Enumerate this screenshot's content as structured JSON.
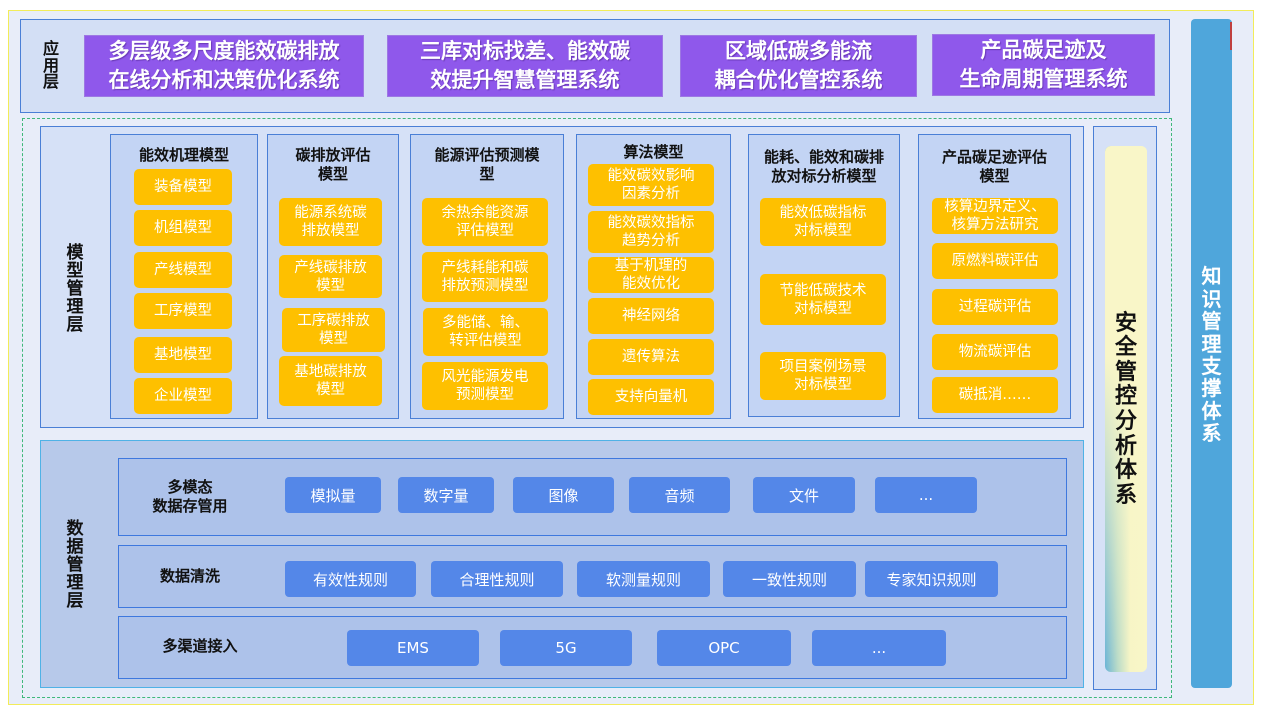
{
  "application_layer": {
    "label": [
      "应",
      "用",
      "层"
    ],
    "systems": [
      "多层级多尺度能效碳排放\n在线分析和决策优化系统",
      "三库对标找差、能效碳\n效提升智慧管理系统",
      "区域低碳多能流\n耦合优化管控系统",
      "产品碳足迹及\n生命周期管理系统"
    ]
  },
  "model_layer": {
    "label": [
      "模",
      "型",
      "管",
      "理",
      "层"
    ],
    "columns": [
      {
        "title": "能效机理模型",
        "items": [
          "装备模型",
          "机组模型",
          "产线模型",
          "工序模型",
          "基地模型",
          "企业模型"
        ]
      },
      {
        "title": "碳排放评估\n模型",
        "items": [
          "能源系统碳\n排放模型",
          "产线碳排放\n模型",
          "工序碳排放\n模型",
          "基地碳排放\n模型"
        ]
      },
      {
        "title": "能源评估预测模\n型",
        "items": [
          "余热余能资源\n评估模型",
          "产线耗能和碳\n排放预测模型",
          "多能储、输、\n转评估模型",
          "风光能源发电\n预测模型"
        ]
      },
      {
        "title": "算法模型",
        "items": [
          "能效碳效影响\n因素分析",
          "能效碳效指标\n趋势分析",
          "基于机理的\n能效优化",
          "神经网络",
          "遗传算法",
          "支持向量机"
        ]
      },
      {
        "title": "能耗、能效和碳排\n放对标分析模型",
        "items": [
          "能效低碳指标\n对标模型",
          "节能低碳技术\n对标模型",
          "项目案例场景\n对标模型"
        ]
      },
      {
        "title": "产品碳足迹评估\n模型",
        "items": [
          "核算边界定义、\n核算方法研究",
          "原燃料碳评估",
          "过程碳评估",
          "物流碳评估",
          "碳抵消……"
        ]
      }
    ]
  },
  "data_layer": {
    "label": [
      "数",
      "据",
      "管",
      "理",
      "层"
    ],
    "rows": [
      {
        "title": "多模态\n数据存管用",
        "items": [
          "模拟量",
          "数字量",
          "图像",
          "音频",
          "文件",
          "..."
        ]
      },
      {
        "title": "数据清洗",
        "items": [
          "有效性规则",
          "合理性规则",
          "软测量规则",
          "一致性规则",
          "专家知识规则"
        ]
      },
      {
        "title": "多渠道接入",
        "items": [
          "EMS",
          "5G",
          "OPC",
          "..."
        ]
      }
    ]
  },
  "safety_system": {
    "label": [
      "安",
      "全",
      "管",
      "控",
      "分",
      "析",
      "体",
      "系"
    ]
  },
  "knowledge_system": {
    "label": [
      "知",
      "识",
      "管",
      "理",
      "支",
      "撑",
      "体",
      "系"
    ]
  },
  "colors": {
    "application_box": "#8f58eb",
    "model_item": "#fec000",
    "data_item": "#5487e8",
    "knowledge_bar": "#4fa6db",
    "layer_border": "#4a7fd6",
    "dashed_border": "#3fb87a"
  }
}
